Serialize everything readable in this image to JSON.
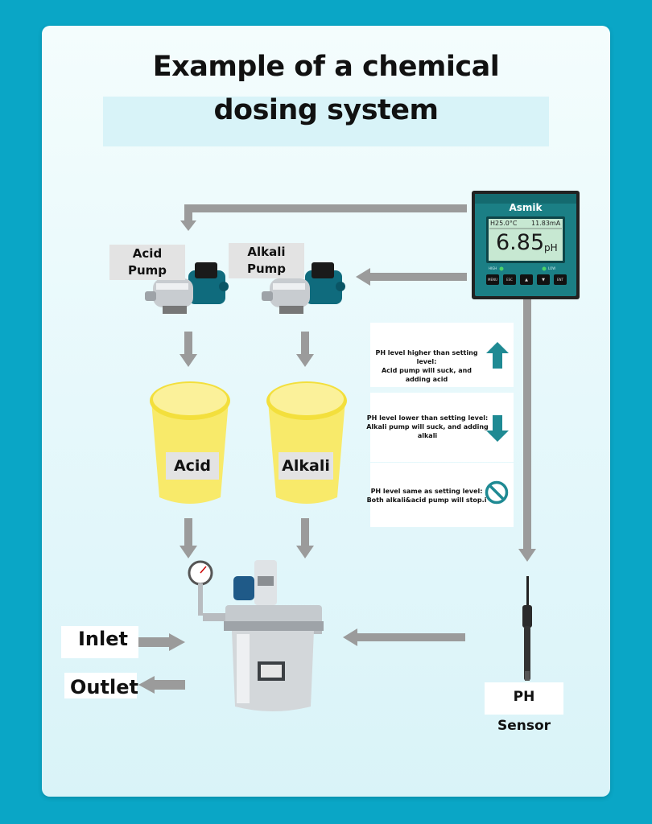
{
  "title": {
    "line1": "Example of a chemical",
    "line2": "dosing system"
  },
  "controller": {
    "brand": "Asmik",
    "temperature": "H25.0°C",
    "current": "11.83mA",
    "reading": "6.85",
    "unit": "pH",
    "indicator_left": "HIGH",
    "indicator_right": "LOW",
    "buttons": [
      "MENU",
      "ESC",
      "▲",
      "▼",
      "ENT"
    ]
  },
  "pumps": {
    "acid": {
      "line1": "Acid",
      "line2": "Pump"
    },
    "alkali": {
      "line1": "Alkali",
      "line2": "Pump"
    }
  },
  "tanks": {
    "acid": "Acid",
    "alkali": "Alkali",
    "color": "#f8ea6a"
  },
  "legend": [
    {
      "line1": "PH level higher than setting level:",
      "line2": "Acid pump will suck, and adding acid",
      "icon": "arrow-up-icon"
    },
    {
      "line1": "PH level lower than setting level:",
      "line2": "Alkali pump will suck, and adding alkali",
      "icon": "arrow-down-icon"
    },
    {
      "line1": "PH level same as setting level:",
      "line2": "Both alkali&acid pump will stop.i",
      "icon": "no-entry-icon"
    }
  ],
  "io": {
    "inlet": "Inlet",
    "outlet": "Outlet"
  },
  "sensor": {
    "label": "PH Sensor"
  },
  "colors": {
    "background": "#0aa6c6",
    "arrow": "#9b9b9b",
    "teal_icon": "#1f8a93",
    "lcd": "#c7e8d2",
    "controller_face": "#1b7f85"
  }
}
